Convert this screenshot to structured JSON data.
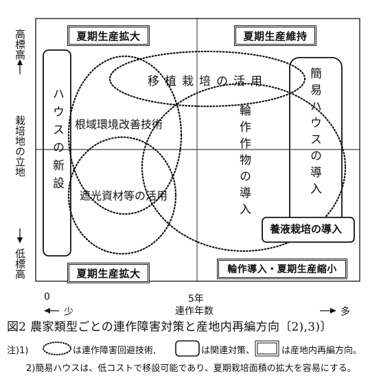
{
  "diagram": {
    "y_axis": {
      "top": "高標高",
      "middle": "栽培地の立地",
      "bottom": "低標高"
    },
    "x_axis": {
      "origin": "0",
      "left": "少",
      "tick": "5年",
      "label": "連作年数",
      "right": "多"
    },
    "quadrant_labels": {
      "top_left": "夏期生産拡大",
      "top_right": "夏期生産維持",
      "bottom_left": "夏期生産拡大",
      "bottom_right": "輪作導入・夏期生産縮小"
    },
    "regional_direction": {
      "house_new": "ハウスの新設",
      "simple_house": "簡易ハウスの導入"
    },
    "avoidance_techniques": {
      "transplant": "移植栽培の活用",
      "rotation": "輪作作物の導入",
      "root_zone": "根域環境改善技術",
      "shading": "遮光資材等の活用"
    },
    "related_measure": "養液栽培の導入"
  },
  "caption": {
    "title": "図2 農家類型ごとの連作障害対策と産地内再編方向〔2),3)〕",
    "note1_prefix": "注)1)",
    "note1_a": "は連作障害回避技術,",
    "note1_b": "は関連対策、",
    "note1_c": "は産地内再編方向。",
    "note2": "2)簡易ハウスは、低コストで移設可能であり、夏期栽培面積の拡大を容易にする。"
  }
}
